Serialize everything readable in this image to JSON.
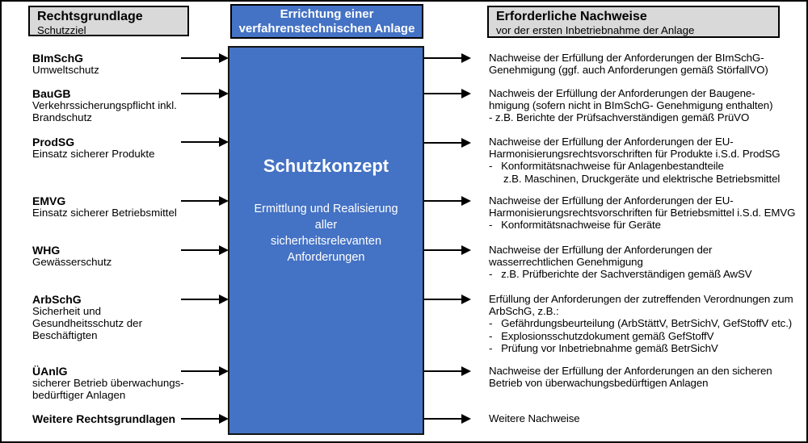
{
  "colors": {
    "accent_blue": "#4472C4",
    "header_gray": "#D9D9D9",
    "border": "#000000",
    "center_text": "#FFFFFF"
  },
  "left_header": {
    "title": "Rechtsgrundlage",
    "subtitle": "Schutzziel"
  },
  "center": {
    "header": "Errichtung einer\nverfahrenstechnischen Anlage",
    "title": "Schutzkonzept",
    "body": "Ermittlung und Realisierung\naller\nsicherheitsrelevanten\nAnforderungen"
  },
  "right_header": {
    "title": "Erforderliche Nachweise",
    "subtitle": "vor der ersten Inbetriebnahme der Anlage"
  },
  "rows": [
    {
      "law": "BImSchG",
      "law_desc": "Umweltschutz",
      "nachweis": "Nachweise der Erfüllung der Anforderungen der BImSchG-\nGenehmigung (ggf. auch Anforderungen gemäß StörfallVO)"
    },
    {
      "law": "BauGB",
      "law_desc": "Verkehrssicherungspflicht inkl.\nBrandschutz",
      "nachweis": "Nachweis der Erfüllung der Anforderungen der Baugene-\nhmigung (sofern nicht in BImSchG- Genehmigung enthalten)\n- z.B. Berichte der Prüfsachverständigen gemäß PrüVO"
    },
    {
      "law": "ProdSG",
      "law_desc": "Einsatz sicherer Produkte",
      "nachweis": "Nachweise der Erfüllung der Anforderungen der EU-\nHarmonisierungsrechtsvorschriften für Produkte i.S.d. ProdSG\n-   Konformitätsnachweise für Anlagenbestandteile\n     z.B. Maschinen, Druckgeräte und elektrische Betriebsmittel"
    },
    {
      "law": "EMVG",
      "law_desc": "Einsatz sicherer Betriebsmittel",
      "nachweis": "Nachweise der Erfüllung der Anforderungen der EU-\nHarmonisierungsrechtsvorschriften für Betriebsmittel i.S.d. EMVG\n-   Konformitätsnachweise für Geräte"
    },
    {
      "law": "WHG",
      "law_desc": "Gewässerschutz",
      "nachweis": "Nachweise der Erfüllung der Anforderungen der\nwasserrechtlichen Genehmigung\n-   z.B. Prüfberichte der Sachverständigen gemäß AwSV"
    },
    {
      "law": "ArbSchG",
      "law_desc": "Sicherheit und\nGesundheitsschutz der\nBeschäftigten",
      "nachweis": "Erfüllung der Anforderungen der zutreffenden Verordnungen zum\nArbSchG, z.B.:\n-   Gefährdungsbeurteilung (ArbStättV, BetrSichV, GefStoffV etc.)\n-   Explosionsschutzdokument gemäß GefStoffV\n-   Prüfung vor Inbetriebnahme gemäß BetrSichV"
    },
    {
      "law": "ÜAnlG",
      "law_desc": "sicherer Betrieb überwachungs-\nbedürftiger Anlagen",
      "nachweis": "Nachweise der Erfüllung der Anforderungen an den sicheren\nBetrieb von überwachungsbedürftigen Anlagen"
    },
    {
      "law": "Weitere Rechtsgrundlagen",
      "law_desc": "",
      "nachweis": "Weitere Nachweise"
    }
  ]
}
